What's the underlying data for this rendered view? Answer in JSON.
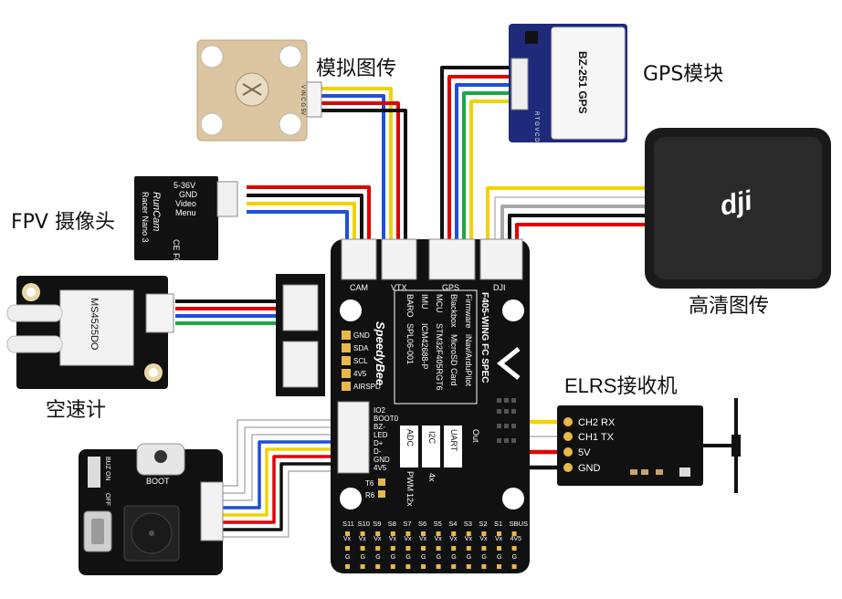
{
  "labels": {
    "vtx_analog": "模拟图传",
    "gps_module": "GPS模块",
    "fpv_camera": "FPV 摄像头",
    "hd_vtx": "高清图传",
    "airspeed": "空速计",
    "elrs_receiver": "ELRS接收机"
  },
  "fc": {
    "brand": "SpeedyBee",
    "title": "F405-WING FC SPEC",
    "spec_rows": [
      {
        "key": "Firmware",
        "val": "iNav/ArduPilot"
      },
      {
        "key": "Blackbox",
        "val": "MicroSD Card"
      },
      {
        "key": "MCU",
        "val": "STM32F405RGT6"
      },
      {
        "key": "IMU",
        "val": "ICM42688-P"
      },
      {
        "key": "BARO",
        "val": "SPL06-001"
      }
    ],
    "ports": {
      "cam": "CAM",
      "vtx": "VTX",
      "gps": "GPS",
      "dji": "DJI"
    },
    "i2c_pins": [
      "GND",
      "SDA",
      "SCL",
      "4V5",
      "AIRSPD"
    ],
    "usb_pins": [
      "IO2",
      "BOOT0",
      "BZ-",
      "LED",
      "D+",
      "D-",
      "GND",
      "4V5"
    ],
    "features": [
      "UART",
      "I2C",
      "ADC",
      "PWM",
      "Out",
      "4x",
      "12x"
    ],
    "pads": [
      "T6",
      "R6"
    ],
    "servo_labels": [
      "S11",
      "S10",
      "S9",
      "S8",
      "S7",
      "S6",
      "S5",
      "S4",
      "S3",
      "S2",
      "S1",
      "SBUS"
    ],
    "servo_row_v": "Vx",
    "servo_row_g": "G",
    "servo_last_v": "4V5"
  },
  "camera": {
    "pins": [
      "5-36V",
      "GND",
      "Video",
      "Menu"
    ],
    "brand": "RunCam",
    "model": "Racer Nano 3",
    "cert": "CE FC"
  },
  "vtx": {
    "pin_text": "V IN C G 5V"
  },
  "gps": {
    "model": "BZ-251 GPS",
    "pin_text": "R T G V C D"
  },
  "airspeed": {
    "model": "MS4525DO"
  },
  "elrs": {
    "pins": [
      "CH2 RX",
      "CH1 TX",
      "5V",
      "GND"
    ]
  },
  "buzzer": {
    "label_boot": "BOOT",
    "label_buz": "BUZ ON",
    "label_off": "OFF"
  },
  "colors": {
    "wire_yellow": "#f2d200",
    "wire_red": "#e00000",
    "wire_black": "#111111",
    "wire_blue": "#1f4fd8",
    "wire_green": "#18a84a",
    "wire_white": "#ffffff",
    "wire_gray": "#a8a8a8",
    "pcb": "#111111",
    "tan": "#dcc6a2"
  }
}
